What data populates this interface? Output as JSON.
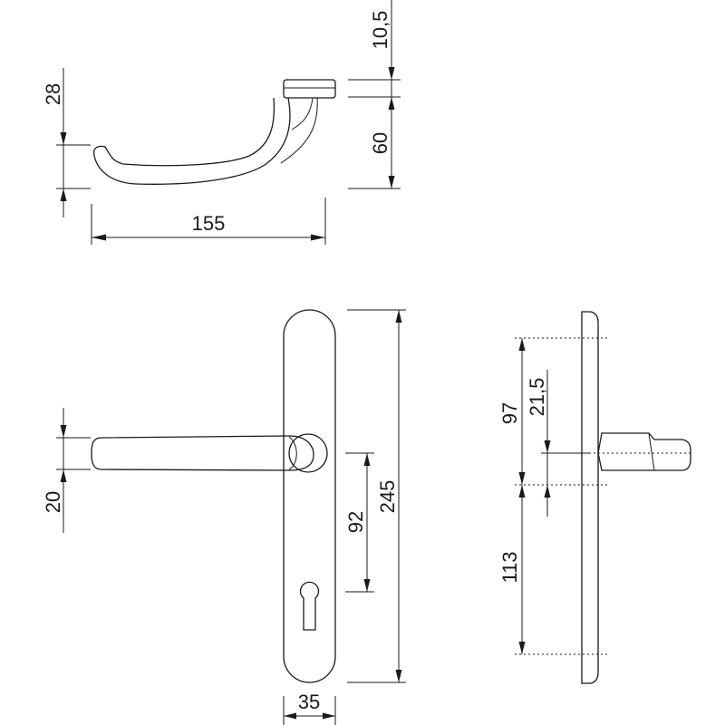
{
  "drawing": {
    "dimensions": {
      "handle_top_height": "28",
      "rose_thickness": "10,5",
      "handle_projection": "60",
      "handle_length": "155",
      "lever_thickness": "20",
      "hole_spacing": "92",
      "plate_height": "245",
      "plate_width": "35",
      "side_upper": "97",
      "side_spindle": "21,5",
      "side_lower": "113"
    }
  }
}
